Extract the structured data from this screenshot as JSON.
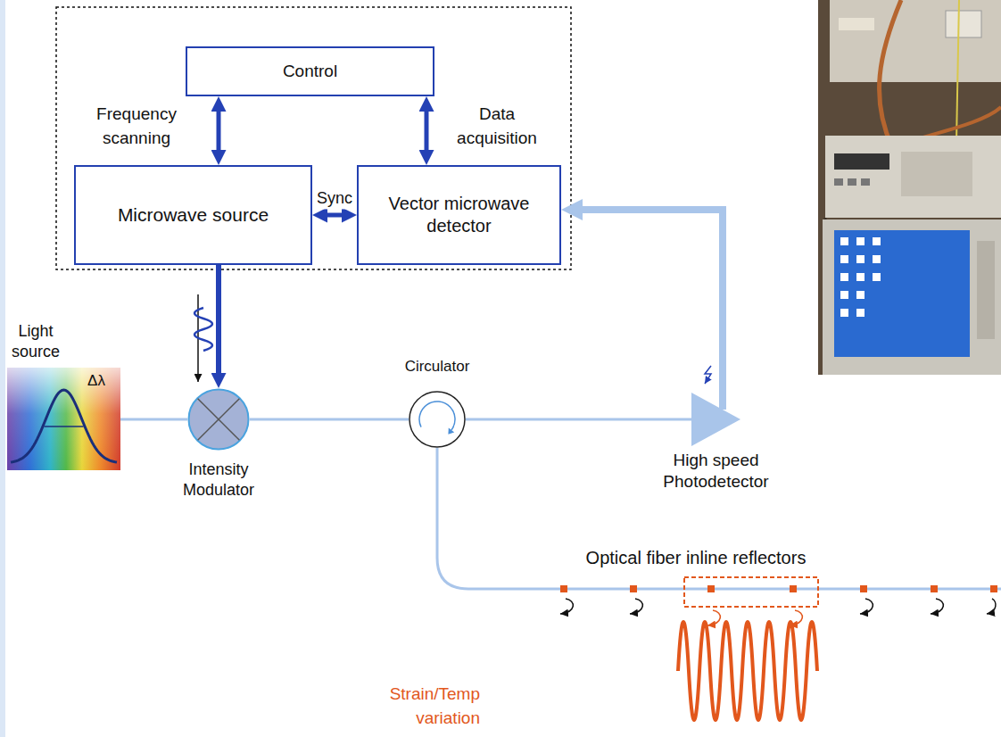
{
  "diagram": {
    "nodes": [
      {
        "text": [
          "Control"
        ]
      },
      {
        "text": [
          "Microwave source"
        ]
      },
      {
        "text": [
          "Vector microwave detector"
        ]
      },
      {
        "text": [
          "Light source",
          "Δλ"
        ]
      },
      {
        "text": [
          "Intensity Modulator"
        ]
      },
      {
        "text": [
          "Circulator"
        ]
      },
      {
        "text": [
          "High speed Photodetector"
        ]
      }
    ],
    "edges": [
      {
        "from": 0,
        "to": 1,
        "arrow": "both"
      },
      {
        "from": 0,
        "to": 2,
        "arrow": "both"
      },
      {
        "from": 1,
        "to": 2,
        "label": "Sync",
        "arrow": "both"
      },
      {
        "from": 1,
        "to": 4,
        "arrow": "to"
      },
      {
        "from": 3,
        "to": 4,
        "arrow": "none"
      },
      {
        "from": 4,
        "to": 5,
        "arrow": "none"
      },
      {
        "from": 5,
        "to": 6,
        "arrow": "none"
      },
      {
        "from": 6,
        "to": 2,
        "arrow": "to"
      }
    ],
    "labels": [
      "Frequency scanning",
      "Data acquisition",
      "Optical fiber inline reflectors",
      "Strain/Temp variation"
    ]
  }
}
